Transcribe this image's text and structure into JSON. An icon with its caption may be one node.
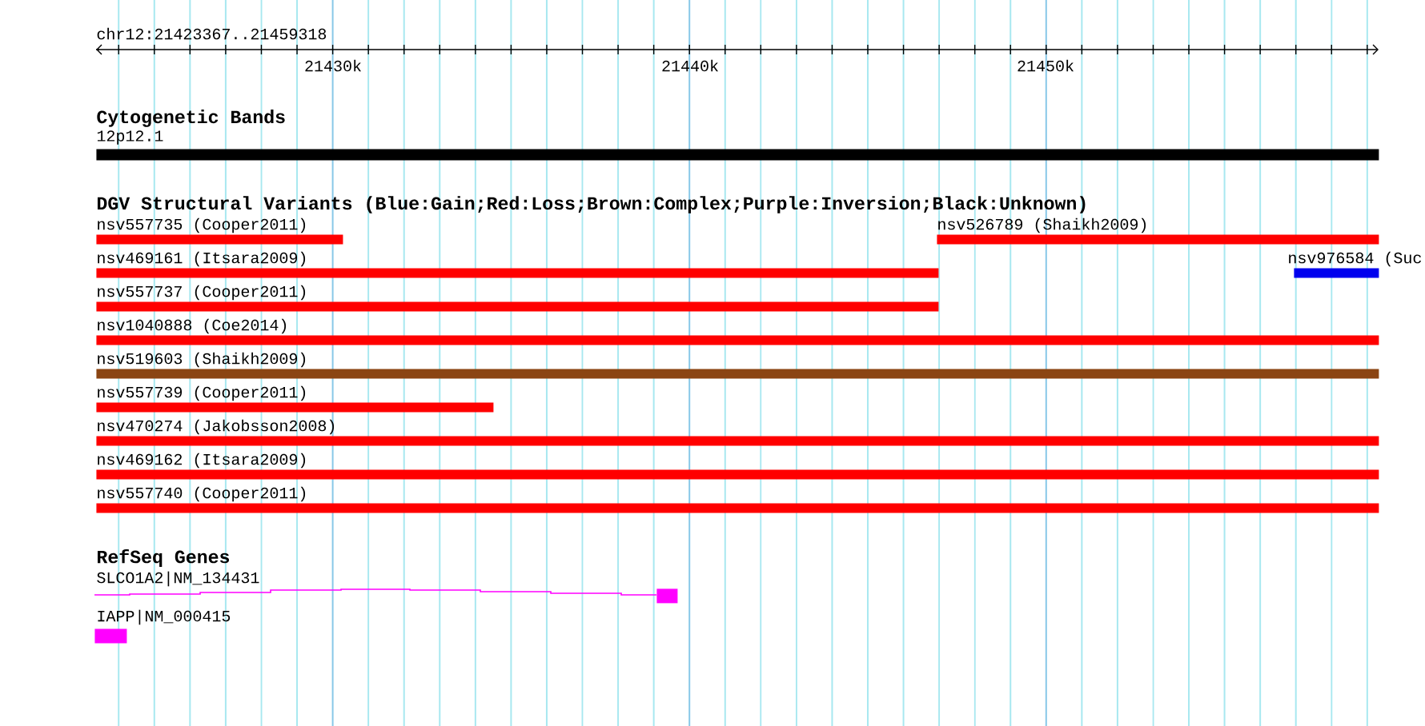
{
  "diagram": {
    "nodes": [
      {
        "text": [
          "12p12.1"
        ]
      },
      {
        "text": [
          "nsv557735 (Cooper2011)"
        ]
      },
      {
        "text": [
          "nsv526789 (Shaikh2009)"
        ]
      },
      {
        "text": [
          "nsv469161 (Itsara2009)"
        ]
      },
      {
        "text": [
          "nsv976584 (Suc"
        ]
      },
      {
        "text": [
          "nsv557737 (Cooper2011)"
        ]
      },
      {
        "text": [
          "nsv1040888 (Coe2014)"
        ]
      },
      {
        "text": [
          "nsv519603 (Shaikh2009)"
        ]
      },
      {
        "text": [
          "nsv557739 (Cooper2011)"
        ]
      },
      {
        "text": [
          "nsv470274 (Jakobsson2008)"
        ]
      },
      {
        "text": [
          "nsv469162 (Itsara2009)"
        ]
      },
      {
        "text": [
          "nsv557740 (Cooper2011)"
        ]
      },
      {
        "text": [
          "SLCO1A2|NM_134431"
        ]
      },
      {
        "text": [
          "IAPP|NM_000415"
        ]
      }
    ],
    "labels": [
      "chr12:21423367..21459318",
      "21430k",
      "21440k",
      "21450k",
      "Cytogenetic Bands",
      "DGV Structural Variants (Blue:Gain;Red:Loss;Brown:Complex;Purple:Inversion;Black:Unknown)",
      "RefSeq Genes"
    ]
  }
}
